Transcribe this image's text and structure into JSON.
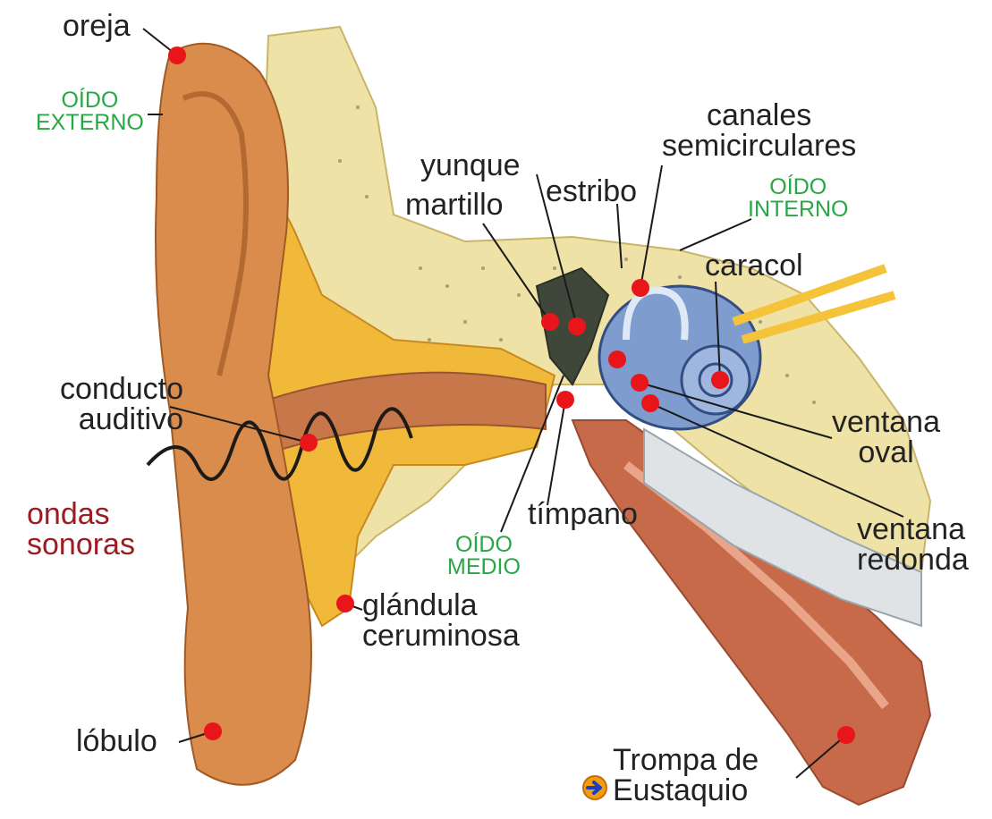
{
  "labels": {
    "oreja": "oreja",
    "oido_externo": [
      "OÍDO",
      "EXTERNO"
    ],
    "canales": [
      "canales",
      "semicirculares"
    ],
    "yunque": "yunque",
    "estribo": "estribo",
    "martillo": "martillo",
    "oido_interno": [
      "OÍDO",
      "INTERNO"
    ],
    "caracol": "caracol",
    "conducto": [
      "conducto",
      "auditivo"
    ],
    "ventana_oval": [
      "ventana",
      "oval"
    ],
    "ondas": [
      "ondas",
      "sonoras"
    ],
    "timpano": "tímpano",
    "ventana_redonda": [
      "ventana",
      "redonda"
    ],
    "oido_medio": [
      "OÍDO",
      "MEDIO"
    ],
    "glandula": [
      "glándula",
      "ceruminosa"
    ],
    "lobulo": "lóbulo",
    "trompa": [
      "Trompa de",
      "Eustaquio"
    ]
  },
  "colors": {
    "marker": "#e8151b",
    "label_dark": "#222222",
    "label_green": "#28a745",
    "label_red": "#9b1c22",
    "skin": "#d98c4c",
    "cartilage": "#f0b93a",
    "bone": "#eee2a6",
    "cochlea": "#7f9ccf",
    "canal": "#c76a4a"
  },
  "icons": {
    "trompa_link": "arrow-right-icon"
  }
}
